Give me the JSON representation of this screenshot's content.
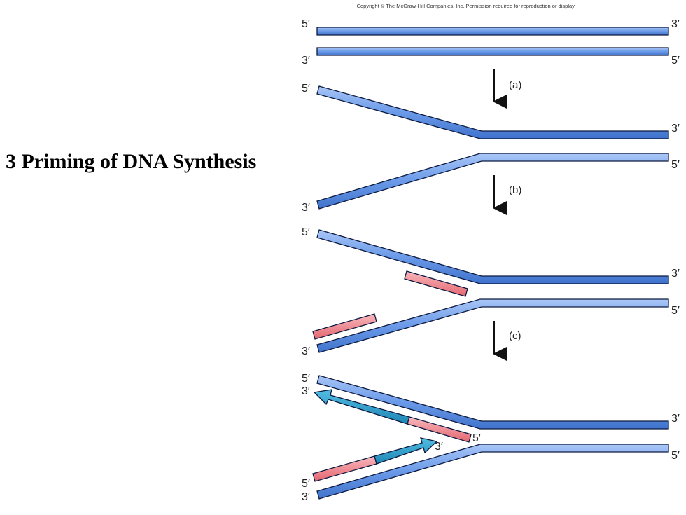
{
  "title": "3 Priming of DNA Synthesis",
  "copyright": "Copyright © The McGraw-Hill Companies, Inc. Permission required for reproduction or display.",
  "steps": [
    "(a)",
    "(b)",
    "(c)"
  ],
  "ends": {
    "five_prime": "5′",
    "three_prime": "3′"
  },
  "colors": {
    "dna_strand": "#6a9ae8",
    "primer": "#f08a93",
    "new_strand": "#2a9cc8",
    "outline": "#0d1a40"
  }
}
